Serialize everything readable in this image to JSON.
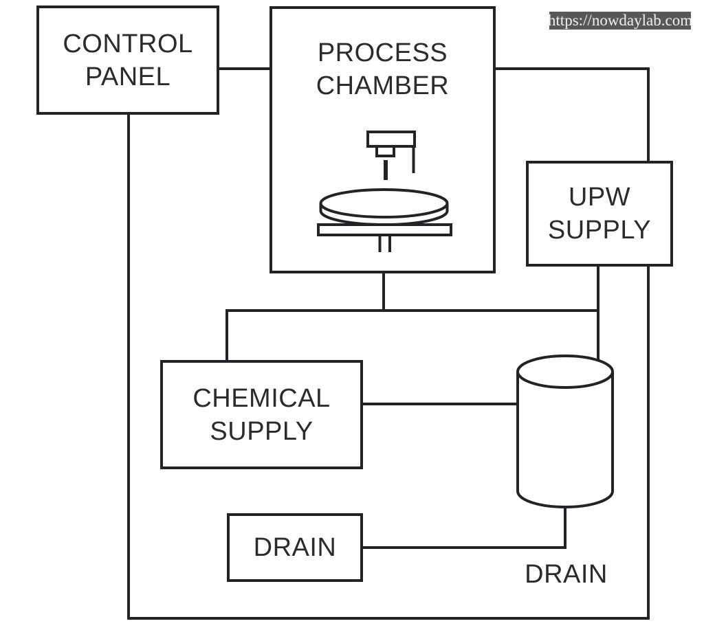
{
  "colors": {
    "line_color": "#232327",
    "text_color": "#2b2b2b",
    "canvas_bg": "#ffffff",
    "watermark_bg": "#58585b",
    "watermark_text": "#f0f0f0"
  },
  "watermark": {
    "text": "https://nowdaylab.com"
  },
  "boxes": {
    "control_panel": {
      "line1": "CONTROL",
      "line2": "PANEL"
    },
    "process_chamber": {
      "line1": "PROCESS",
      "line2": "CHAMBER"
    },
    "upw_supply": {
      "line1": "UPW",
      "line2": "SUPPLY"
    },
    "chemical_supply": {
      "line1": "CHEMICAL",
      "line2": "SUPPLY"
    },
    "drain": {
      "label": "DRAIN"
    }
  },
  "free_labels": {
    "drain_outlet": "DRAIN"
  },
  "icons": {
    "spray_nozzle": "spray-nozzle-icon",
    "liquid_stream": "liquid-stream-icon",
    "wafer": "wafer-icon",
    "wafer_chuck": "wafer-chuck-icon",
    "tank": "tank-cylinder-icon"
  },
  "connections": [
    {
      "from": "control-panel",
      "to": "process-chamber",
      "route": "direct-side"
    },
    {
      "from": "process-chamber",
      "to": "control-panel",
      "route": "right-and-bottom-frame"
    },
    {
      "from": "process-chamber",
      "to": "chemical-supply",
      "route": "bottom-manifold"
    },
    {
      "from": "process-chamber",
      "to": "upw-tank-line",
      "route": "bottom-manifold"
    },
    {
      "from": "upw-supply",
      "to": "tank",
      "route": "vertical-drop"
    },
    {
      "from": "chemical-supply",
      "to": "tank",
      "route": "horizontal"
    },
    {
      "from": "tank",
      "to": "drain",
      "route": "bottom-stem"
    }
  ]
}
